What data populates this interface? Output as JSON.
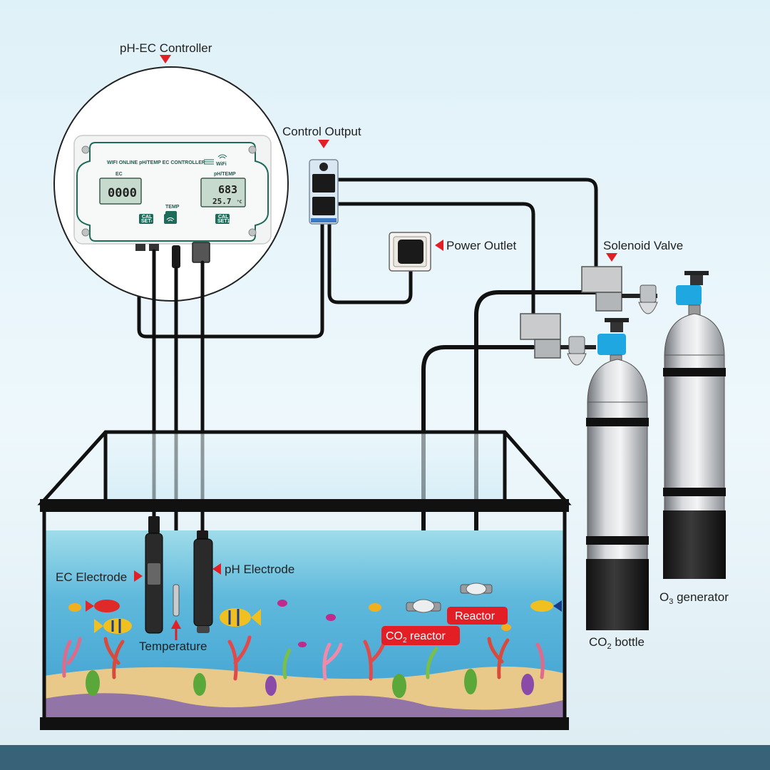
{
  "labels": {
    "controller": "pH-EC Controller",
    "control_output": "Control Output",
    "power_outlet": "Power Outlet",
    "solenoid_valve": "Solenoid Valve",
    "ec_electrode": "EC Electrode",
    "ph_electrode": "pH Electrode",
    "temperature": "Temperature",
    "reactor": "Reactor",
    "co2_reactor_prefix": "CO",
    "co2_reactor_sub": "2",
    "co2_reactor_suffix": " reactor",
    "o3_prefix": "O",
    "o3_sub": "3",
    "o3_suffix": " generator",
    "co2_bottle_prefix": "CO",
    "co2_bottle_sub": "2",
    "co2_bottle_suffix": " bottle"
  },
  "device": {
    "title": "WIFI ONLINE pH/TEMP EC CONTROLLER",
    "wifi_text": "WiFi",
    "ec_label": "EC",
    "ec_value": "0000",
    "ph_label": "pH/TEMP",
    "ph_value": "683",
    "temp_value": "25.7",
    "temp_unit": "°C",
    "btn_temp": "TEMP",
    "btn_left_1": "CAL",
    "btn_left_2": "SET-",
    "btn_right_1": "CAL",
    "btn_right_2": "SET1"
  },
  "colors": {
    "accent_red": "#e31e24",
    "device_green": "#1f6b5b",
    "valve_blue": "#1ea7e1",
    "water": "#7fcde0"
  }
}
